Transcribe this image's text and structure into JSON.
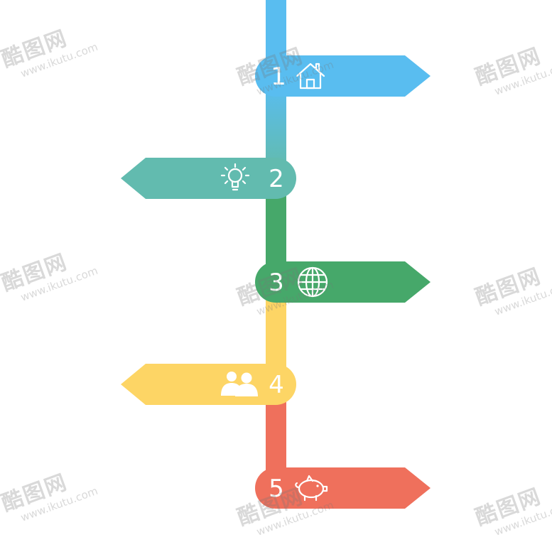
{
  "colors": {
    "step1": "#59BDF0",
    "step2": "#62BBAF",
    "step3": "#46A86A",
    "step4": "#FDD565",
    "step5": "#EF705C",
    "background": "#FFFFFF",
    "watermark": "#9A9A9A"
  },
  "steps": [
    {
      "number": "1",
      "icon": "house-icon",
      "direction": "right"
    },
    {
      "number": "2",
      "icon": "lightbulb-icon",
      "direction": "left"
    },
    {
      "number": "3",
      "icon": "globe-icon",
      "direction": "right"
    },
    {
      "number": "4",
      "icon": "people-icon",
      "direction": "left"
    },
    {
      "number": "5",
      "icon": "piggy-bank-icon",
      "direction": "right"
    }
  ],
  "watermark": {
    "brand": "酷图网",
    "url": "www.ikutu.com"
  }
}
